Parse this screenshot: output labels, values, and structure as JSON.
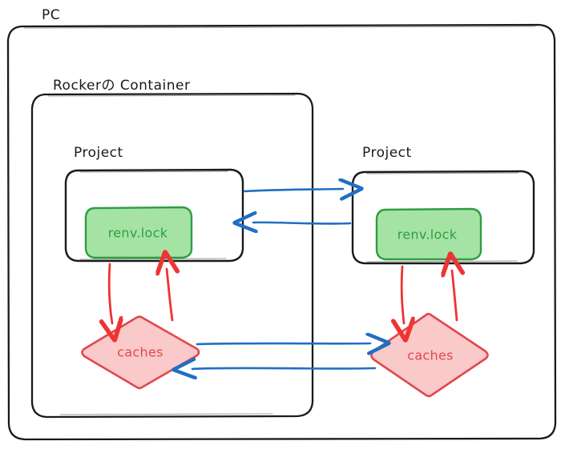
{
  "diagram": {
    "title_present": false,
    "type": "nested-container-flow",
    "background": "#ffffff",
    "style": "hand-drawn-sketch"
  },
  "colors": {
    "outline": "#1a1a1a",
    "green_fill": "#a5e3a5",
    "green_stroke": "#2f9e41",
    "green_text": "#2f9e41",
    "pink_fill": "#fac9c9",
    "red_stroke": "#e0484c",
    "red_text": "#e0484c",
    "red_arrow": "#ee3434",
    "blue_arrow": "#1f6fc4"
  },
  "containers": {
    "pc": {
      "label": "PC",
      "name": "pc-boundary"
    },
    "docker": {
      "label": "Rockerの Container",
      "name": "rocker-container-boundary"
    },
    "project_left": {
      "label": "Project",
      "name": "project-box-left"
    },
    "project_right": {
      "label": "Project",
      "name": "project-box-right"
    }
  },
  "nodes": {
    "renv_lock_left": {
      "label": "renv.lock",
      "shape": "rounded-rect",
      "fill": "#a5e3a5",
      "stroke": "#2f9e41"
    },
    "renv_lock_right": {
      "label": "renv.lock",
      "shape": "rounded-rect",
      "fill": "#a5e3a5",
      "stroke": "#2f9e41"
    },
    "caches_left": {
      "label": "caches",
      "shape": "diamond",
      "fill": "#fac9c9",
      "stroke": "#e0484c"
    },
    "caches_right": {
      "label": "caches",
      "shape": "diamond",
      "fill": "#fac9c9",
      "stroke": "#e0484c"
    }
  },
  "edges": [
    {
      "name": "project-left-to-project-right",
      "from": "project_left",
      "to": "project_right",
      "color": "#1f6fc4",
      "direction": "right"
    },
    {
      "name": "project-right-to-project-left",
      "from": "project_right",
      "to": "project_left",
      "color": "#1f6fc4",
      "direction": "left"
    },
    {
      "name": "project-left-to-caches-left",
      "from": "project_left",
      "to": "caches_left",
      "color": "#ee3434",
      "direction": "down"
    },
    {
      "name": "caches-left-to-project-left",
      "from": "caches_left",
      "to": "project_left",
      "color": "#ee3434",
      "direction": "up"
    },
    {
      "name": "project-right-to-caches-right",
      "from": "project_right",
      "to": "caches_right",
      "color": "#ee3434",
      "direction": "down"
    },
    {
      "name": "caches-right-to-project-right",
      "from": "caches_right",
      "to": "project_right",
      "color": "#ee3434",
      "direction": "up"
    },
    {
      "name": "caches-left-to-caches-right",
      "from": "caches_left",
      "to": "caches_right",
      "color": "#1f6fc4",
      "direction": "right"
    },
    {
      "name": "caches-right-to-caches-left",
      "from": "caches_right",
      "to": "caches_left",
      "color": "#1f6fc4",
      "direction": "left"
    }
  ]
}
